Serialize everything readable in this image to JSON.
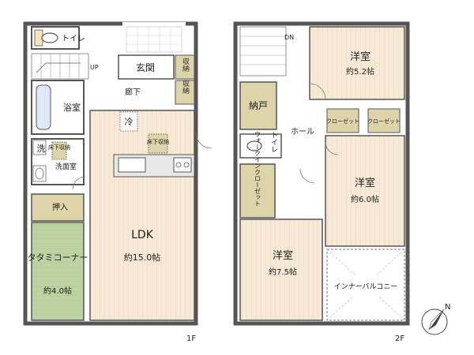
{
  "floor1": {
    "toilet": "トイレ",
    "up": "UP",
    "genkan": "玄関",
    "shuno_a": "収納",
    "shuno_b": "収納",
    "roka": "廊下",
    "bath": "浴室",
    "rei": "冷",
    "yukashita_1": "床下収納",
    "yukashita_2": "床下収納",
    "sen": "洗",
    "senmenjo": "洗面室",
    "oshiire": "押入",
    "tatami_name": "タタミコーナー",
    "tatami_size": "約4.0帖",
    "ldk_name": "LDK",
    "ldk_size": "約15.0帖",
    "floor_label": "1F"
  },
  "floor2": {
    "dn": "DN",
    "yoshitsu_a_name": "洋室",
    "yoshitsu_a_size": "約5.2帖",
    "nando": "納戸",
    "closet_a": "クローゼット",
    "closet_b": "クローゼット",
    "hall": "ホール",
    "toilet": "トイレ",
    "walkin": "ウォークインクローゼット",
    "yoshitsu_b_name": "洋室",
    "yoshitsu_b_size": "約6.0帖",
    "yoshitsu_c_name": "洋室",
    "yoshitsu_c_size": "約7.5帖",
    "balcony": "インナーバルコニー",
    "floor_label": "2F"
  },
  "compass": {
    "north": "N"
  }
}
